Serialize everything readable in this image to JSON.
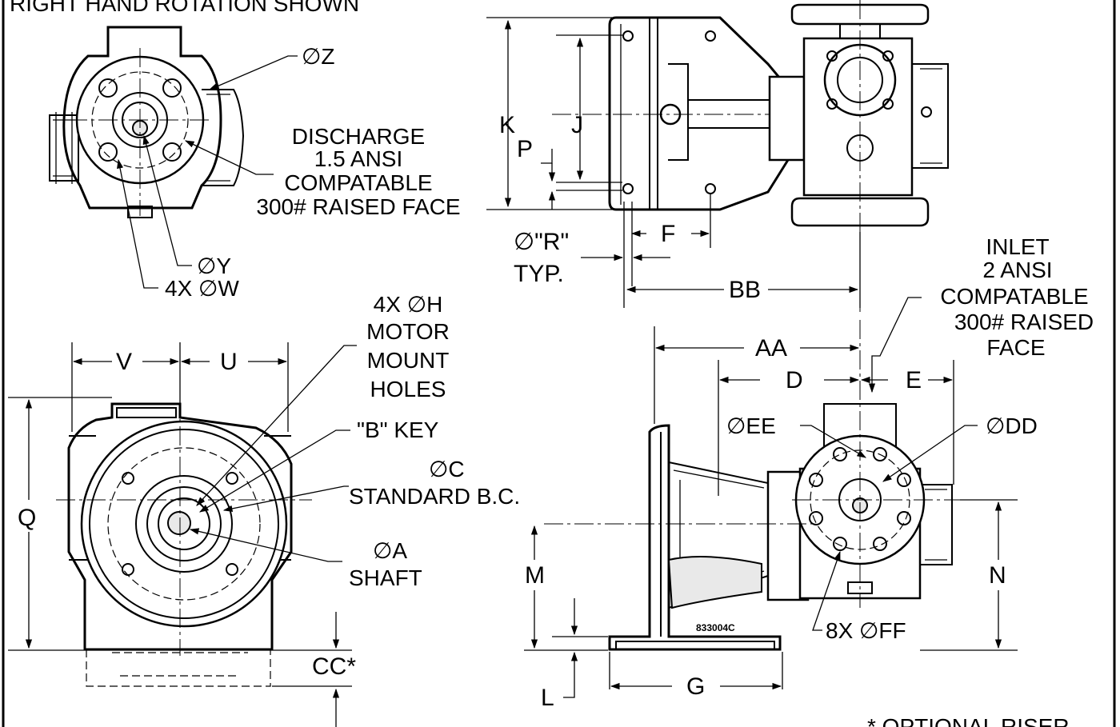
{
  "notes": {
    "rotation": "RIGHT HAND ROTATION SHOWN",
    "optional_riser": "* OPTIONAL RISER"
  },
  "discharge": {
    "line1": "DISCHARGE",
    "line2": "1.5 ANSI",
    "line3": "COMPATABLE",
    "line4": "300# RAISED FACE"
  },
  "inlet": {
    "line1": "INLET",
    "line2": "2 ANSI",
    "line3": "COMPATABLE",
    "line4": "300# RAISED",
    "line5": "FACE"
  },
  "motor_holes": {
    "line1": "4X ∅H",
    "line2": "MOTOR",
    "line3": "MOUNT",
    "line4": "HOLES"
  },
  "callouts": {
    "z": "∅Z",
    "y": "∅Y",
    "w": "4X ∅W",
    "key": "\"B\" KEY",
    "c1": "∅C",
    "c2": "STANDARD B.C.",
    "a1": "∅A",
    "a2": "SHAFT",
    "ee": "∅EE",
    "dd": "∅DD",
    "ff": "8X ∅FF",
    "r1": "∅\"R\"",
    "r2": "TYP.",
    "part_number": "833004C"
  },
  "dims": {
    "k": "K",
    "j": "J",
    "p": "P",
    "f": "F",
    "bb": "BB",
    "aa": "AA",
    "d": "D",
    "e": "E",
    "v": "V",
    "u": "U",
    "q": "Q",
    "m": "M",
    "n": "N",
    "l": "L",
    "g": "G",
    "cc": "CC*"
  }
}
